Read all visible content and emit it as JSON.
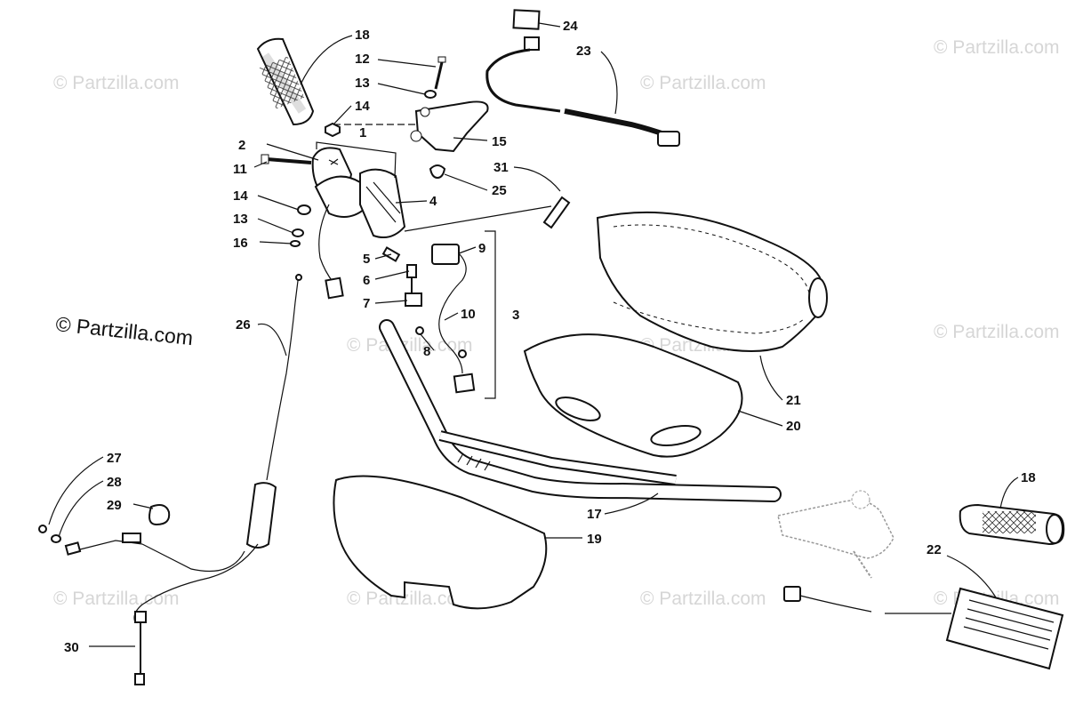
{
  "watermark_text": "© Partzilla.com",
  "credit_text": "© Partzilla.com",
  "callouts": {
    "c1": "1",
    "c2": "2",
    "c3": "3",
    "c4": "4",
    "c5": "5",
    "c6": "6",
    "c7": "7",
    "c8": "8",
    "c9": "9",
    "c10": "10",
    "c11": "11",
    "c12": "12",
    "c13a": "13",
    "c13b": "13",
    "c14a": "14",
    "c14b": "14",
    "c15": "15",
    "c16": "16",
    "c17": "17",
    "c18a": "18",
    "c18b": "18",
    "c19": "19",
    "c20": "20",
    "c21": "21",
    "c22": "22",
    "c23": "23",
    "c24": "24",
    "c25": "25",
    "c26": "26",
    "c27": "27",
    "c28": "28",
    "c29": "29",
    "c30": "30",
    "c31": "31"
  }
}
